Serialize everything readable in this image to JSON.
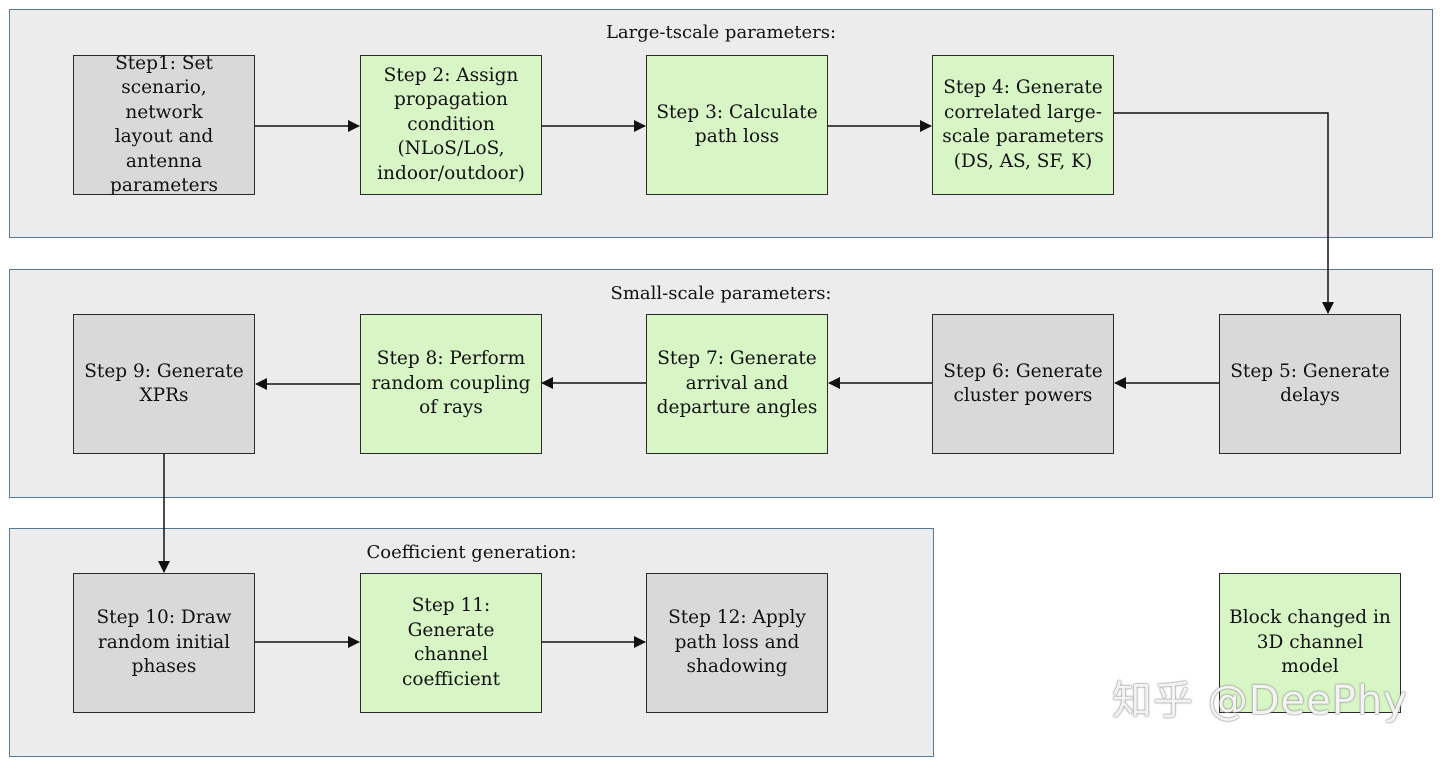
{
  "sections": {
    "large": "Large-tscale parameters:",
    "small": "Small-scale parameters:",
    "coef": "Coefficient generation:"
  },
  "steps": {
    "s1": "Step1: Set\nscenario, network\nlayout and antenna\nparameters",
    "s2": "Step 2: Assign\npropagation\ncondition\n(NLoS/LoS,\nindoor/outdoor)",
    "s3": "Step 3: Calculate\npath loss",
    "s4": "Step 4: Generate\ncorrelated large-\nscale parameters\n(DS, AS, SF, K)",
    "s5": "Step 5: Generate\ndelays",
    "s6": "Step 6: Generate\ncluster powers",
    "s7": "Step 7: Generate\narrival and\ndeparture angles",
    "s8": "Step 8: Perform\nrandom coupling\nof rays",
    "s9": "Step 9: Generate\nXPRs",
    "s10": "Step 10: Draw\nrandom initial\nphases",
    "s11": "Step 11: Generate\nchannel coefficient",
    "s12": "Step 12: Apply\npath loss and\nshadowing"
  },
  "legend": "Block changed in\n3D channel model",
  "watermark": "知乎 @DeePhy",
  "colors": {
    "changed_block": "#d8f5c5",
    "unchanged_block": "#d9d9d9",
    "section_bg": "#ececec",
    "section_border": "#5a7a96"
  }
}
